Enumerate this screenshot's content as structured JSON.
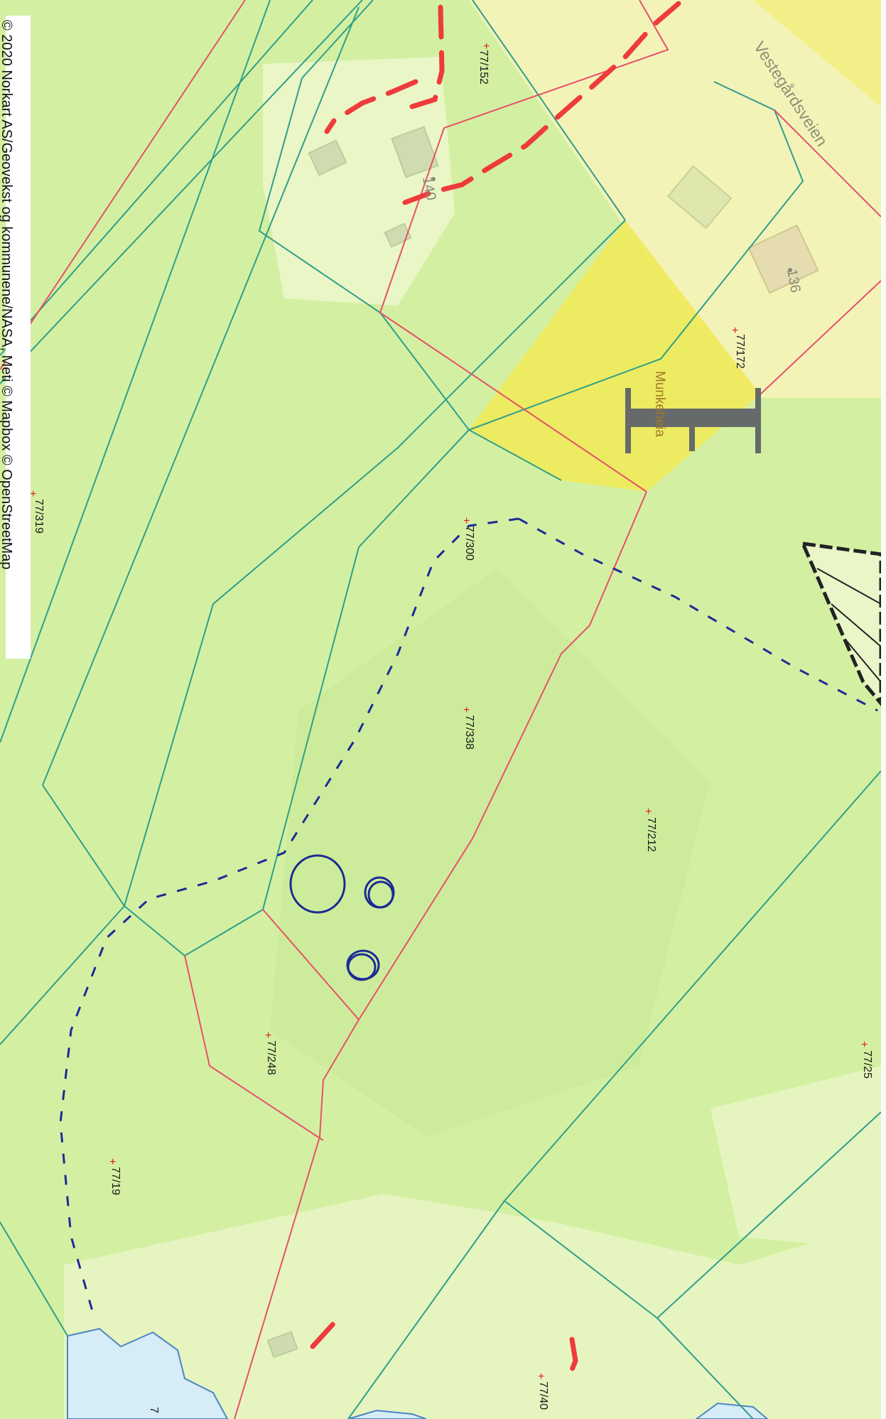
{
  "attribution": "© 2020 Norkart AS/Geovekst og kommunene/NASA, Meti © Mapbox © OpenStreetMap",
  "road_label": "Vestegårdsveien",
  "place_label": "Munkeheia",
  "address_numbers": {
    "a140": "140",
    "a136": "136"
  },
  "parcels": {
    "p152": "77/152",
    "p172": "77/172",
    "p319": "77/319",
    "p300": "77/300",
    "p338": "77/338",
    "p212": "77/212",
    "p248": "77/248",
    "p19": "77/19",
    "p25": "77/25",
    "p40": "77/40",
    "p7": "7"
  },
  "colors": {
    "forest": "#d2f0a0",
    "open_land": "#e9f7c4",
    "yellow_zone": "#f2ee78",
    "cadastre_teal": "#2f9f8a",
    "cadastre_red": "#e8506a",
    "water": "#d6ecf6",
    "red_marker": "#ee3b3b",
    "pen_blue": "#1c2b96"
  }
}
